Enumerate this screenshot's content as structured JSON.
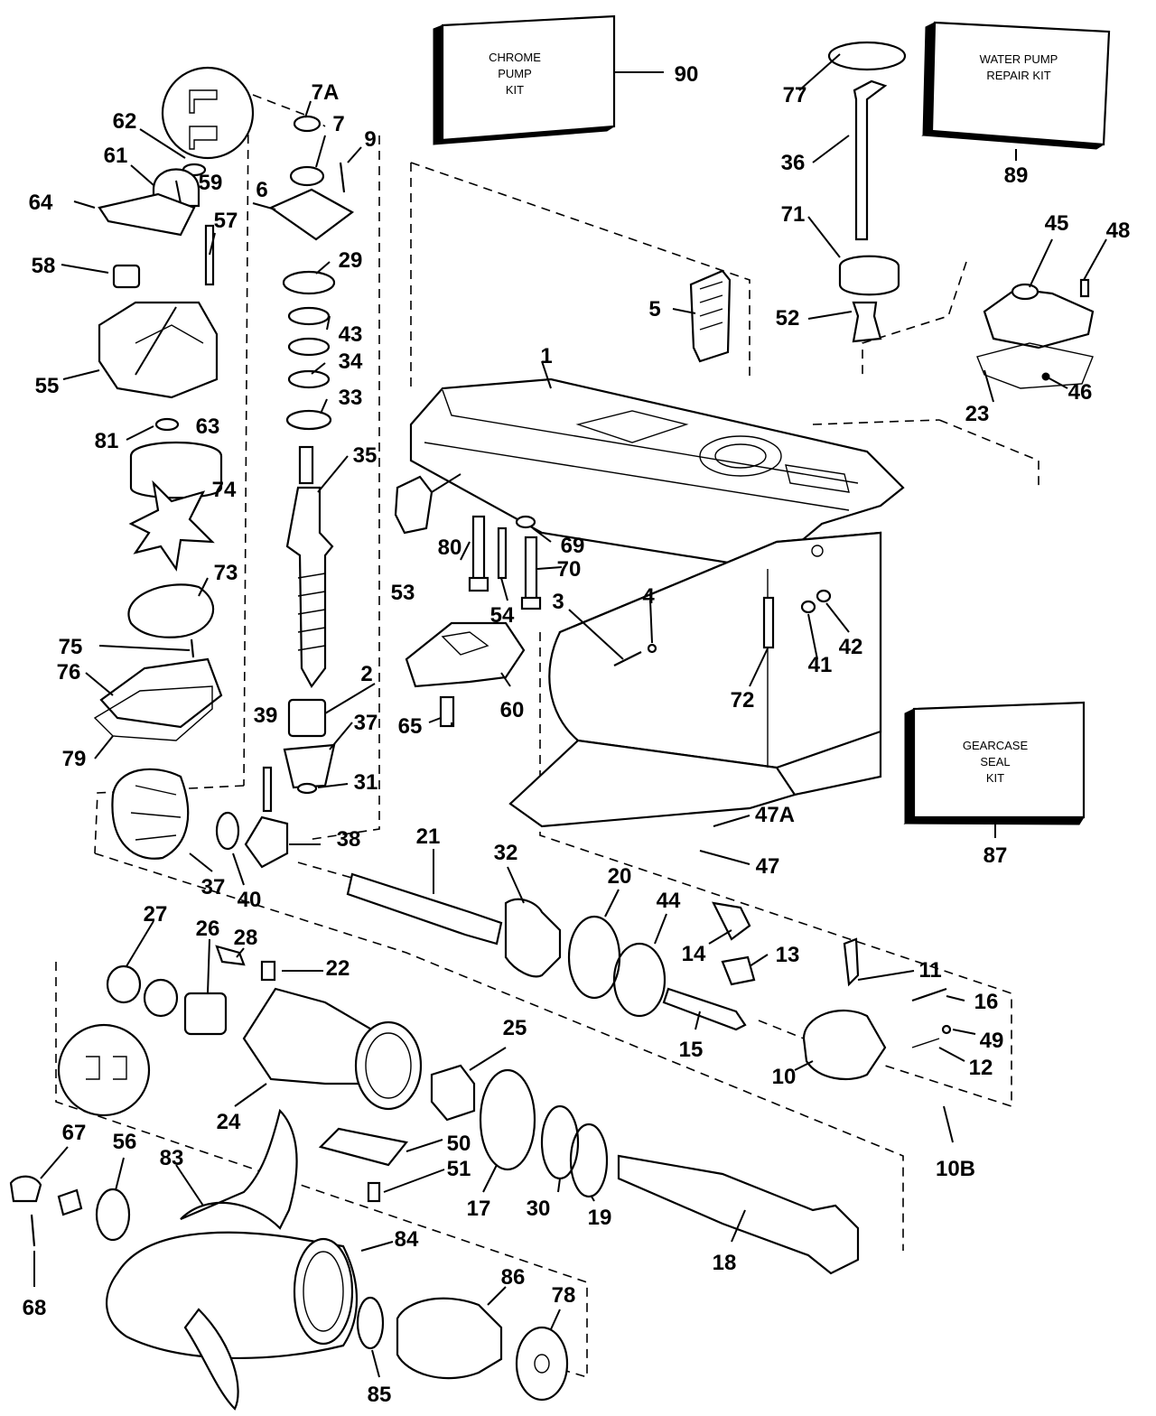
{
  "kits": {
    "chrome_pump": [
      "CHROME",
      "PUMP",
      "KIT"
    ],
    "water_pump": [
      "WATER PUMP",
      "REPAIR KIT"
    ],
    "gearcase_seal": [
      "GEARCASE",
      "SEAL",
      "KIT"
    ]
  },
  "callouts": {
    "p1": "1",
    "p2": "2",
    "p3": "3",
    "p4": "4",
    "p5": "5",
    "p6": "6",
    "p7": "7",
    "p7A": "7A",
    "p9": "9",
    "p10": "10",
    "p10B": "10B",
    "p11": "11",
    "p12": "12",
    "p13": "13",
    "p14": "14",
    "p15": "15",
    "p16": "16",
    "p17": "17",
    "p18": "18",
    "p19": "19",
    "p20": "20",
    "p21": "21",
    "p22": "22",
    "p23": "23",
    "p24": "24",
    "p25": "25",
    "p26": "26",
    "p27": "27",
    "p28": "28",
    "p29": "29",
    "p30": "30",
    "p31": "31",
    "p32": "32",
    "p33": "33",
    "p34": "34",
    "p35": "35",
    "p36": "36",
    "p37a": "37",
    "p37b": "37",
    "p38": "38",
    "p39": "39",
    "p40": "40",
    "p41": "41",
    "p42": "42",
    "p43": "43",
    "p44": "44",
    "p45": "45",
    "p46": "46",
    "p47": "47",
    "p47A": "47A",
    "p48": "48",
    "p49": "49",
    "p50": "50",
    "p51": "51",
    "p52": "52",
    "p53": "53",
    "p54": "54",
    "p55": "55",
    "p56": "56",
    "p57": "57",
    "p58": "58",
    "p59": "59",
    "p60": "60",
    "p61": "61",
    "p62": "62",
    "p63": "63",
    "p64": "64",
    "p65": "65",
    "p67": "67",
    "p68": "68",
    "p69": "69",
    "p70": "70",
    "p71": "71",
    "p72": "72",
    "p73": "73",
    "p74": "74",
    "p75": "75",
    "p76": "76",
    "p77": "77",
    "p78": "78",
    "p79": "79",
    "p80": "80",
    "p81": "81",
    "p83": "83",
    "p84": "84",
    "p85": "85",
    "p86": "86",
    "p87": "87",
    "p89": "89",
    "p90": "90"
  }
}
